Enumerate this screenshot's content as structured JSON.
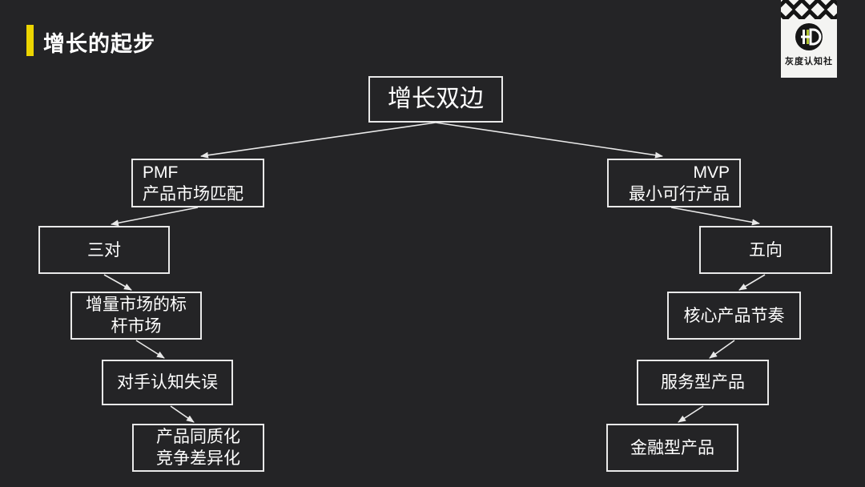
{
  "slide": {
    "title": "增长的起步",
    "background_color": "#242426",
    "accent_color": "#ecd500",
    "line_color": "#e9e9e9"
  },
  "logo": {
    "name": "灰度认知社",
    "monogram": "HD",
    "monogram_accent_color": "#afc22c"
  },
  "diagram": {
    "root": {
      "label": "增长双边"
    },
    "left_branch": [
      {
        "line1": "PMF",
        "line2": "产品市场匹配"
      },
      {
        "line1": "三对"
      },
      {
        "line1": "增量市场的标",
        "line2": "杆市场"
      },
      {
        "line1": "对手认知失误"
      },
      {
        "line1": "产品同质化",
        "line2": "竞争差异化"
      }
    ],
    "right_branch": [
      {
        "line1": "MVP",
        "line2": "最小可行产品"
      },
      {
        "line1": "五向"
      },
      {
        "line1": "核心产品节奏"
      },
      {
        "line1": "服务型产品"
      },
      {
        "line1": "金融型产品"
      }
    ]
  }
}
